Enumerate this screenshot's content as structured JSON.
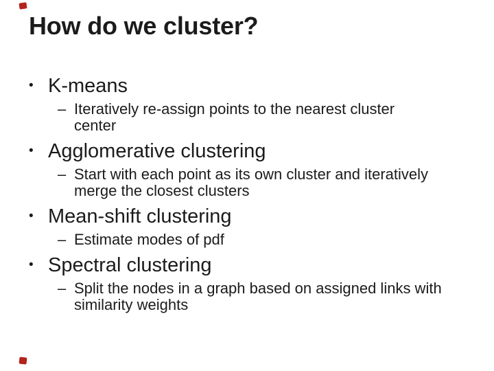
{
  "slide": {
    "title": "How do we cluster?",
    "bullet_glyph": "•",
    "sub_bullet_glyph": "–",
    "bullets": [
      {
        "label": "K-means",
        "sub_lines": [
          "Iteratively re-assign points to the nearest cluster",
          "center"
        ]
      },
      {
        "label": "Agglomerative clustering",
        "sub_lines": [
          "Start with each point as its own cluster and iteratively",
          "merge the closest clusters"
        ]
      },
      {
        "label": "Mean-shift clustering",
        "sub_lines": [
          "Estimate modes of pdf"
        ]
      },
      {
        "label": "Spectral clustering",
        "sub_lines": [
          "Split the nodes in a graph based on assigned links with",
          "similarity weights"
        ]
      }
    ],
    "colors": {
      "text": "#1b1b1b",
      "background": "#ffffff",
      "accent_red": "#b5221d"
    }
  }
}
